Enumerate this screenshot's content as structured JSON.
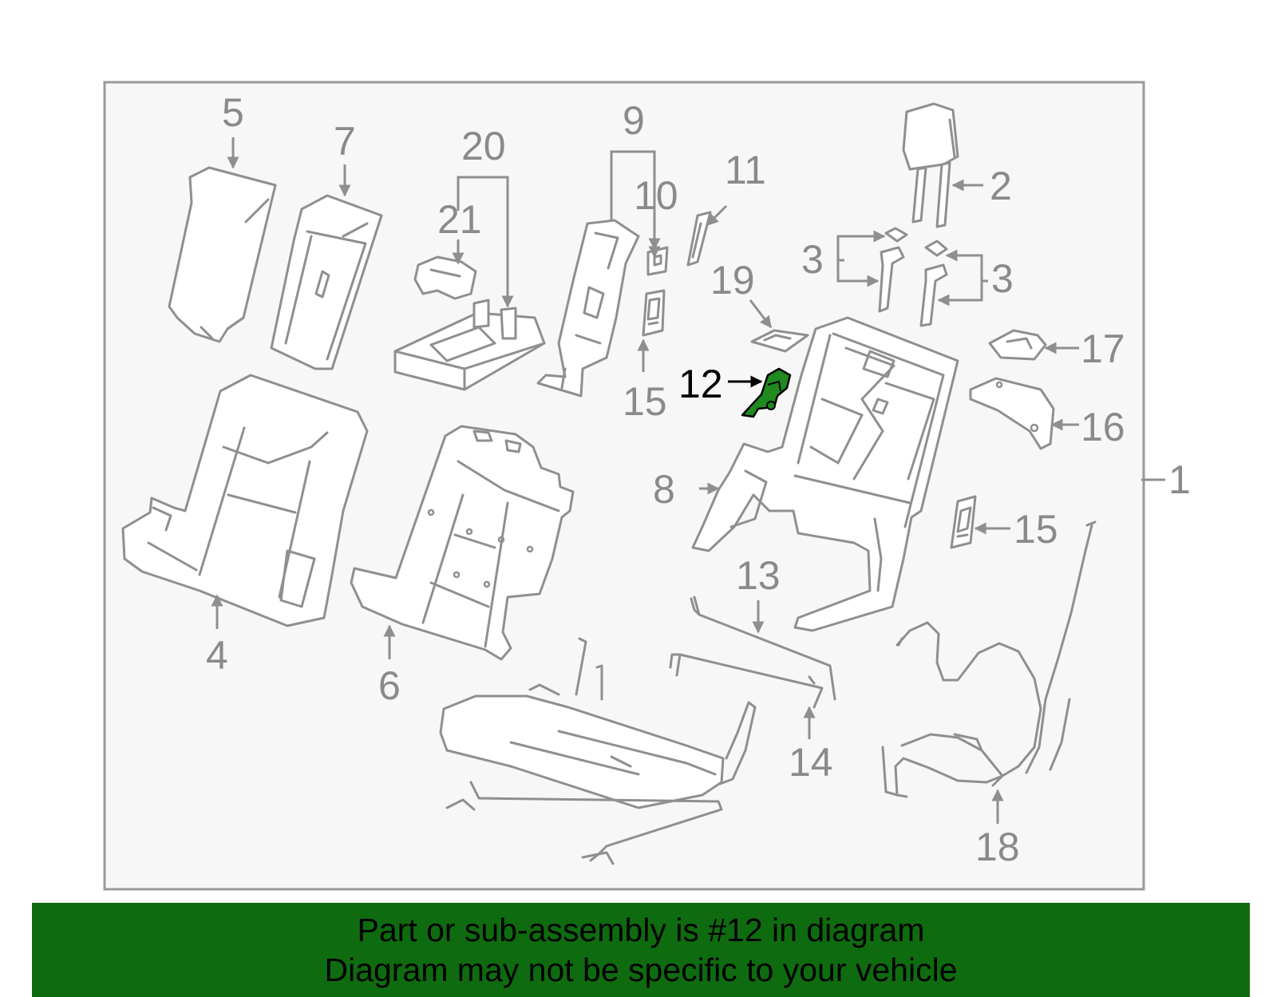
{
  "colors": {
    "panel_background": "#f7f7f7",
    "panel_border": "#9a9a9a",
    "part_stroke": "#8f8f8f",
    "highlight_part": "#1f8a1f",
    "banner_background": "#0f6b0f",
    "banner_text": "#000000"
  },
  "callouts": {
    "c1": "1",
    "c2": "2",
    "c3a": "3",
    "c3b": "3",
    "c4": "4",
    "c5": "5",
    "c6": "6",
    "c7": "7",
    "c8": "8",
    "c9": "9",
    "c10": "10",
    "c11": "11",
    "c12": "12",
    "c13": "13",
    "c14": "14",
    "c15a": "15",
    "c15b": "15",
    "c16": "16",
    "c17": "17",
    "c18": "18",
    "c19": "19",
    "c20": "20",
    "c21": "21"
  },
  "banner": {
    "line1": "Part or sub-assembly is #12 in diagram",
    "line2": "Diagram may not be specific to your vehicle"
  }
}
